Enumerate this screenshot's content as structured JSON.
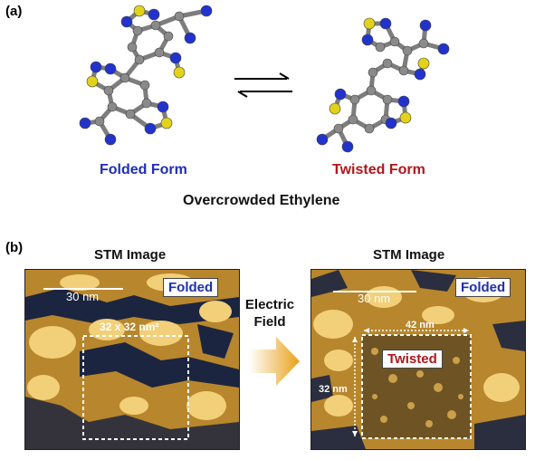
{
  "panel_a": {
    "label": "(a)",
    "folded_label": "Folded Form",
    "twisted_label": "Twisted Form",
    "caption": "Overcrowded Ethylene"
  },
  "panel_b": {
    "label": "(b)",
    "left": {
      "title": "STM Image",
      "scale_bar": "30 nm",
      "tag": "Folded",
      "box_label": "32 x 32 nm²"
    },
    "right": {
      "title": "STM Image",
      "scale_bar": "30 nm",
      "tag_folded": "Folded",
      "tag_twisted": "Twisted",
      "dim_width": "42 nm",
      "dim_height": "32 nm"
    },
    "arrow_label_line1": "Electric",
    "arrow_label_line2": "Field"
  },
  "colors": {
    "folded_text": "#1f2fb8",
    "twisted_text": "#b3161b",
    "carbon": "#8a8a8a",
    "nitrogen": "#2233cc",
    "sulfur": "#e3d21a",
    "stm_bright": "#f2cf79",
    "stm_mid": "#b8862c",
    "stm_dark": "#1c2540",
    "field_arrow": "#e8a21c"
  }
}
